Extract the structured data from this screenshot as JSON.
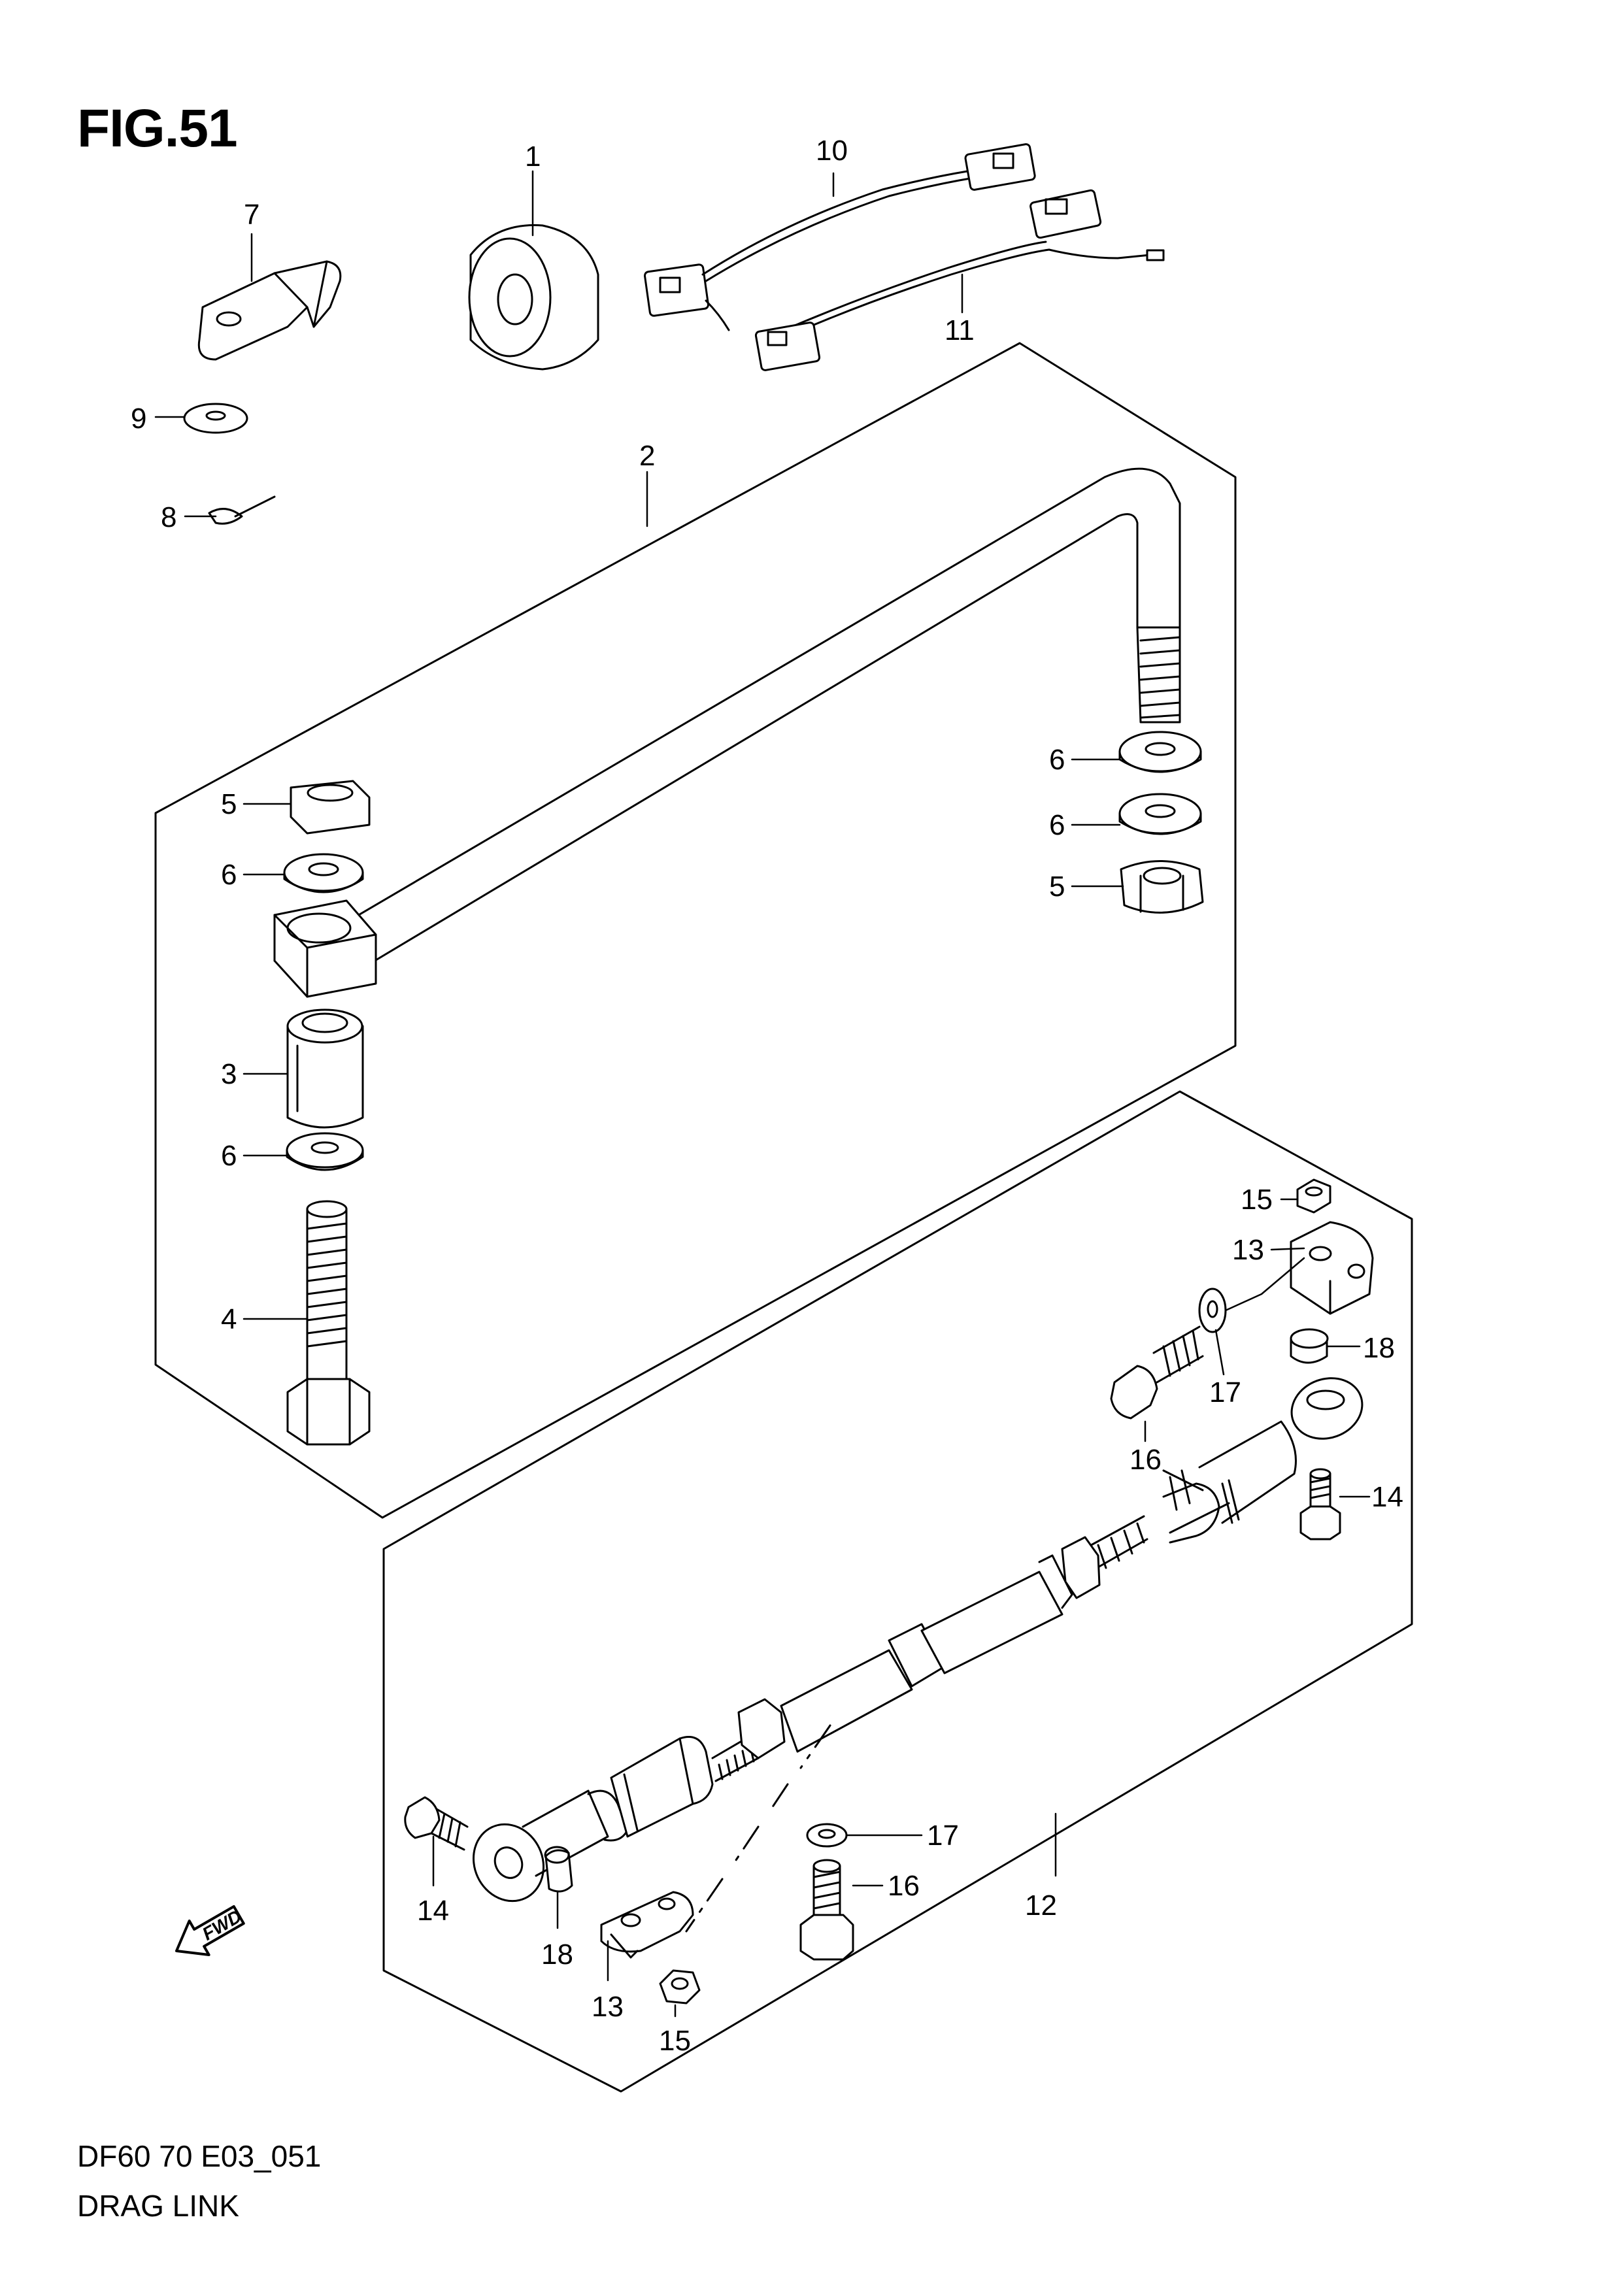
{
  "figure": {
    "title": "FIG.51",
    "code": "DF60 70 E03_051",
    "name": "DRAG LINK"
  },
  "fwd_label": "FWD",
  "callouts": {
    "c1": "1",
    "c2": "2",
    "c3": "3",
    "c4": "4",
    "c5a": "5",
    "c5b": "5",
    "c6a": "6",
    "c6b": "6",
    "c6c": "6",
    "c6d": "6",
    "c7": "7",
    "c8": "8",
    "c9": "9",
    "c10": "10",
    "c11": "11",
    "c12": "12",
    "c13a": "13",
    "c13b": "13",
    "c14a": "14",
    "c14b": "14",
    "c15a": "15",
    "c15b": "15",
    "c16a": "16",
    "c16b": "16",
    "c17a": "17",
    "c17b": "17",
    "c18a": "18",
    "c18b": "18"
  }
}
